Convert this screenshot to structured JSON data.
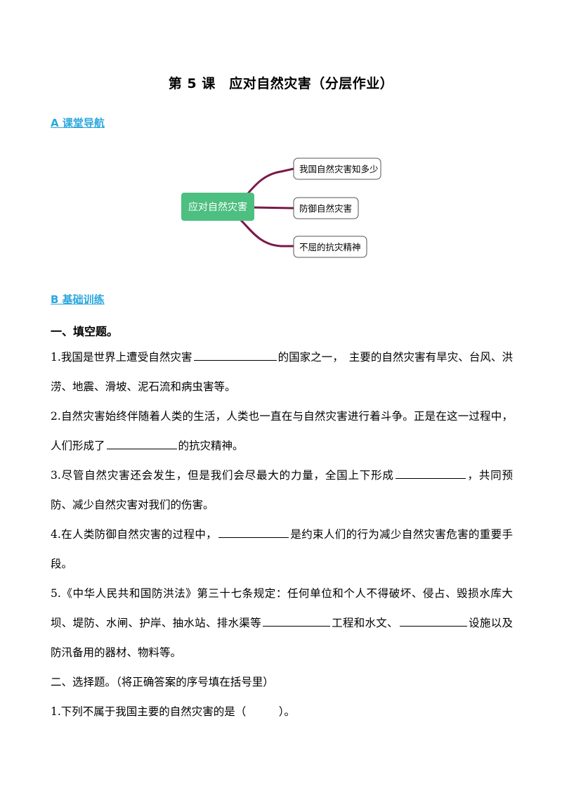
{
  "title": "第 5 课　应对自然灾害（分层作业）",
  "section_a": "A 课堂导航",
  "mindmap": {
    "root": "应对自然灾害",
    "branches": [
      "我国自然灾害知多少",
      "防御自然灾害",
      "不屈的抗灾精神"
    ],
    "colors": {
      "root_fill": "#4dbf80",
      "branch": "#7a1a4a"
    }
  },
  "section_b": "B 基础训练",
  "part1_heading": "一、填空题。",
  "q1": {
    "a": "1.我国是世界上遭受自然灾害",
    "b": "的国家之一，　主要的自然灾害有旱灾、台风、洪涝、地震、滑坡、泥石流和病虫害等。"
  },
  "q2": {
    "a": "2.自然灾害始终伴随着人类的生活，人类也一直在与自然灾害进行着斗争。正是在这一过程中，人们形成了",
    "b": "的抗灾精神。"
  },
  "q3": {
    "a": "3.尽管自然灾害还会发生，但是我们会尽最大的力量，全国上下形成",
    "b": "，共同预防、减少自然灾害对我们的伤害。"
  },
  "q4": {
    "a": "4.在人类防御自然灾害的过程中，",
    "b": "是约束人们的行为减少自然灾害危害的重要手段。"
  },
  "q5": {
    "a": "5.《中华人民共和国防洪法》第三十七条规定：任何单位和个人不得破坏、侵占、毁损水库大坝、堤防、水闸、护岸、抽水站、排水渠等",
    "b": "工程和水文、",
    "c": "设施以及防汛备用的器材、物料等。"
  },
  "part2_heading": "二、选择题。（将正确答案的序号填在括号里）",
  "mc1": "1.下列不属于我国主要的自然灾害的是（　　　）。"
}
